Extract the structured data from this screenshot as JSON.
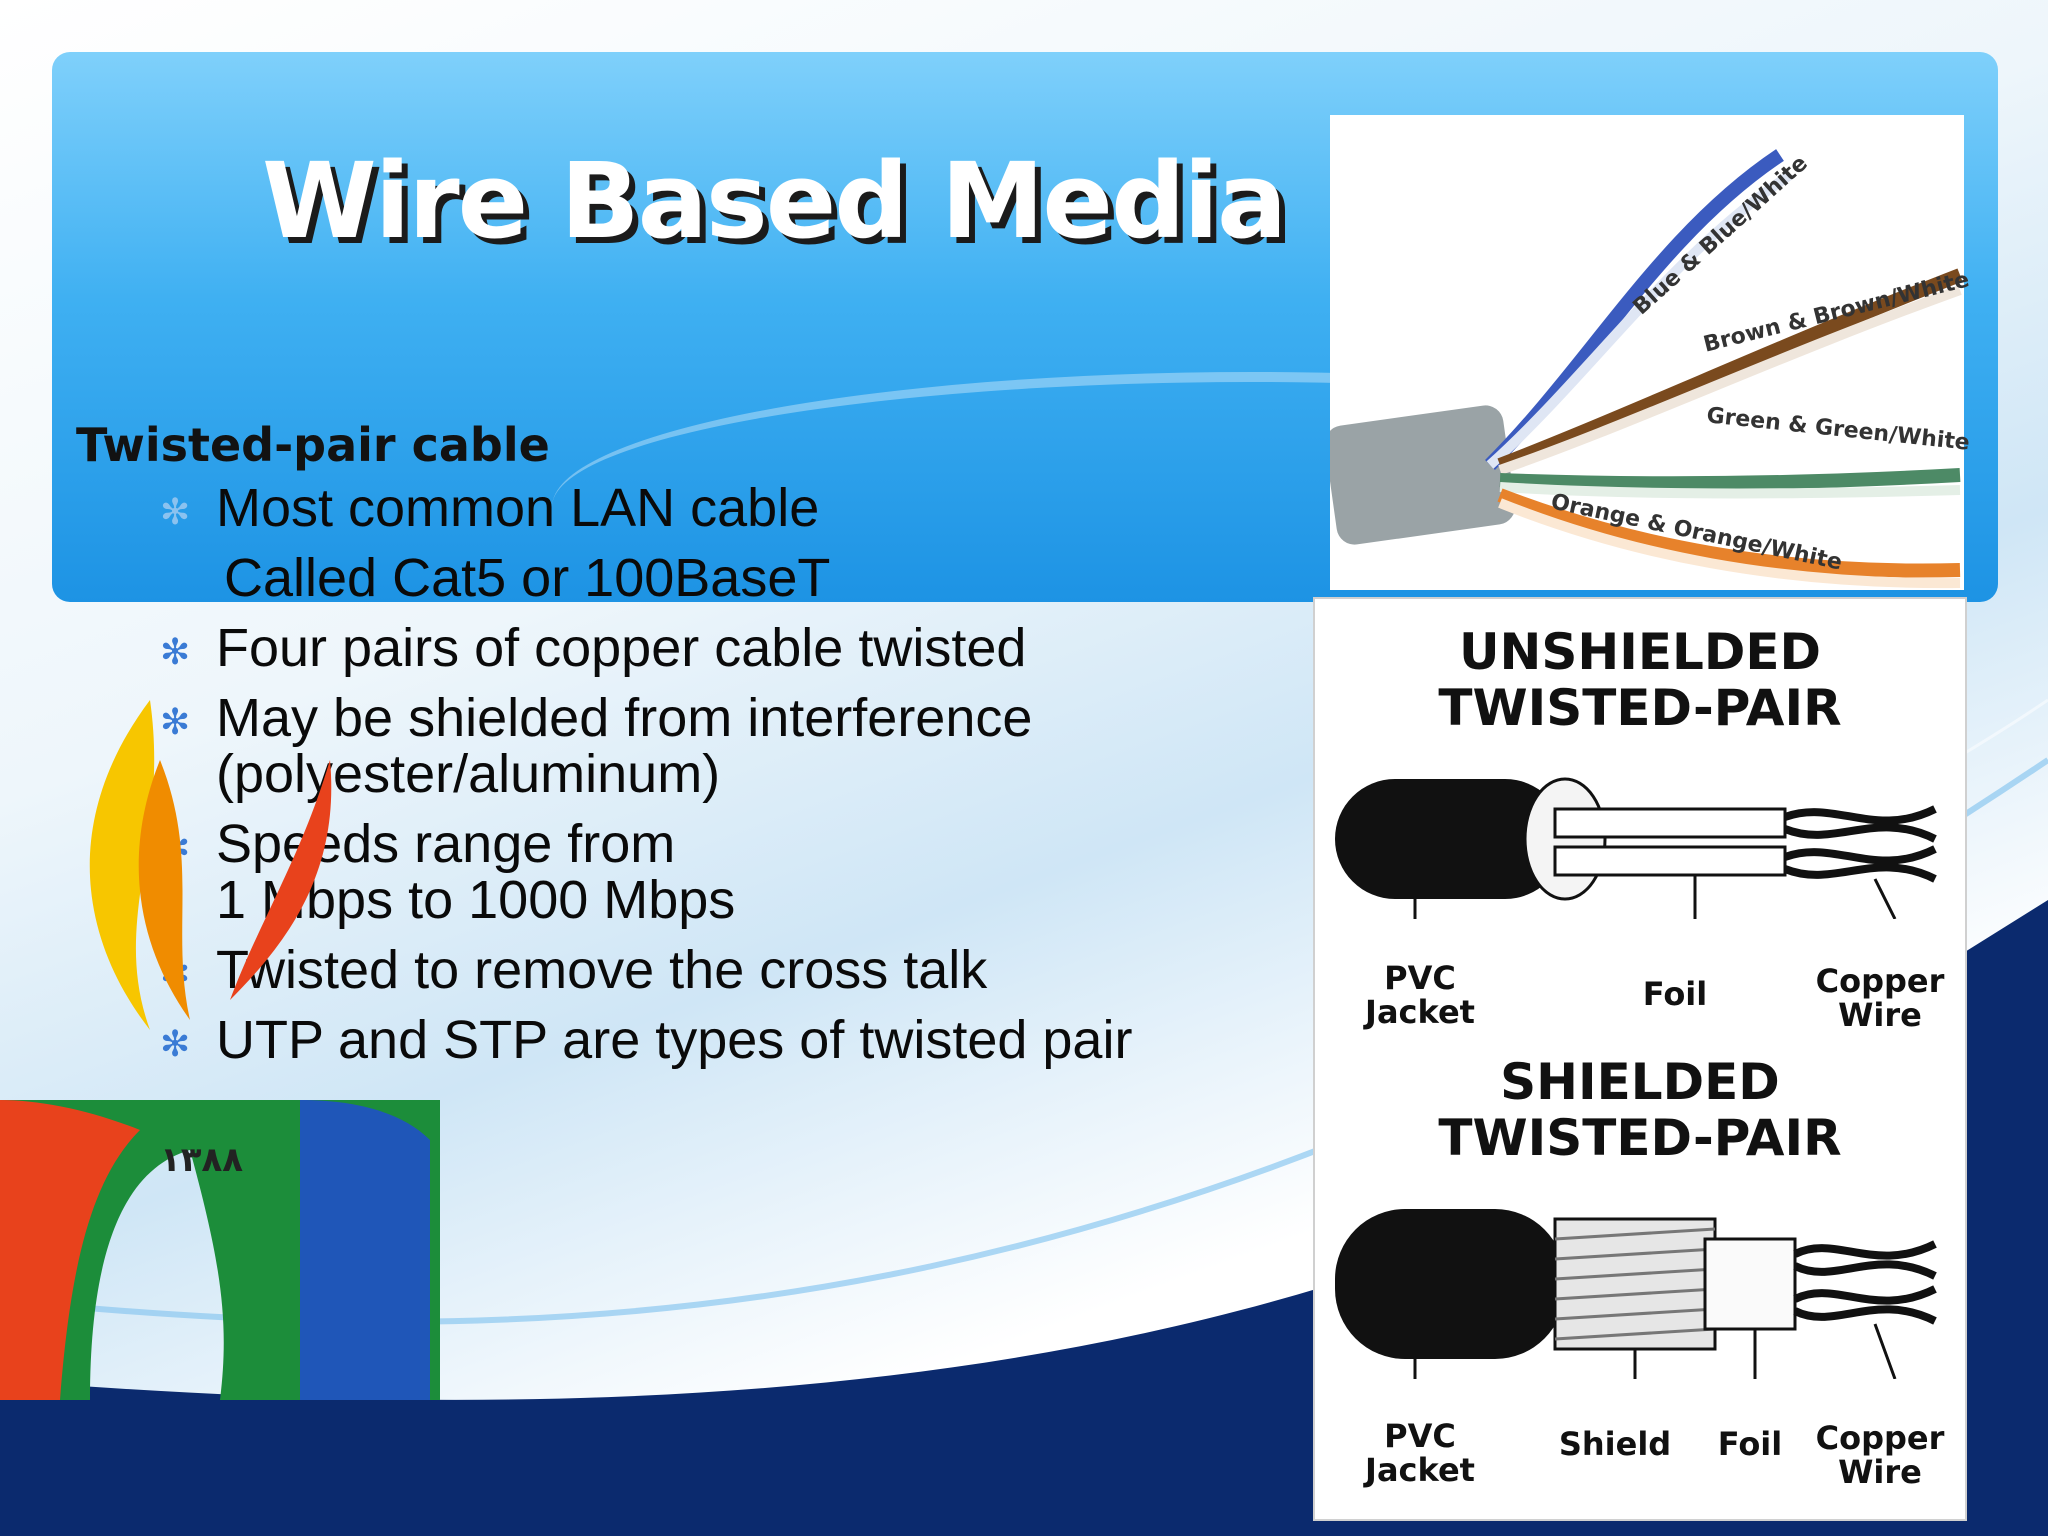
{
  "title": "Wire Based Media",
  "subheading": "Twisted-pair cable",
  "bullets": [
    {
      "text": "Most common LAN cable",
      "icon": "asterisk-bullet-icon"
    },
    {
      "text": "Called Cat5 or 100BaseT",
      "icon": null
    },
    {
      "text": "Four pairs of copper cable twisted",
      "icon": "asterisk-bullet-icon"
    },
    {
      "text": "May be shielded from interference",
      "text2": "(polyester/aluminum)",
      "icon": "asterisk-bullet-icon"
    },
    {
      "text": "Speeds range from",
      "text2": "1 Mbps to 1000 Mbps",
      "icon": "asterisk-bullet-icon"
    },
    {
      "text": "Twisted to remove the cross talk",
      "icon": "asterisk-bullet-icon"
    },
    {
      "text": "UTP and STP are types of twisted pair",
      "icon": "asterisk-bullet-icon"
    }
  ],
  "cable_photo": {
    "pairs": [
      "Blue & Blue/White",
      "Brown & Brown/White",
      "Green & Green/White",
      "Orange & Orange/White"
    ]
  },
  "logo": {
    "year": "١٣٨٨"
  },
  "diagram": {
    "utp": {
      "heading_line1": "UNSHIELDED",
      "heading_line2": "TWISTED-PAIR",
      "labels": {
        "pvc1": "PVC",
        "pvc2": "Jacket",
        "foil": "Foil",
        "copper1": "Copper",
        "copper2": "Wire"
      }
    },
    "stp": {
      "heading_line1": "SHIELDED",
      "heading_line2": "TWISTED-PAIR",
      "labels": {
        "pvc1": "PVC",
        "pvc2": "Jacket",
        "shield": "Shield",
        "foil": "Foil",
        "copper1": "Copper",
        "copper2": "Wire"
      }
    }
  },
  "colors": {
    "accent": "#3fb0f2",
    "title_text": "#ffffff",
    "bottom_band": "#0b2a6e"
  }
}
